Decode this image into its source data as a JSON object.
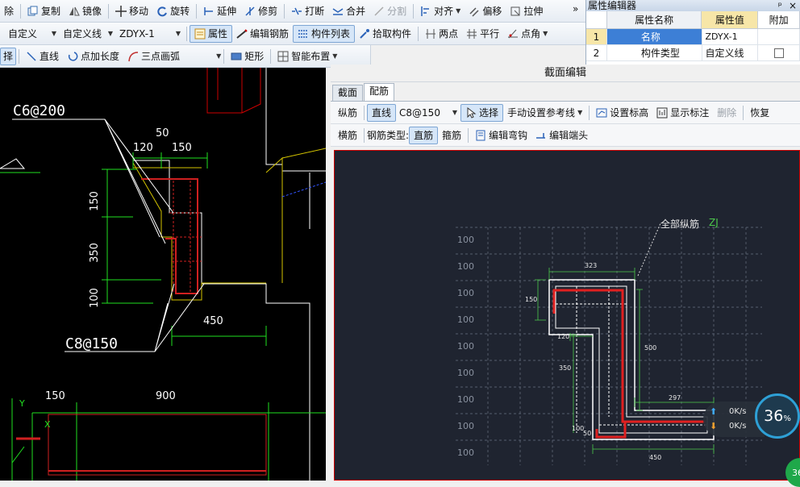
{
  "toolbar1": {
    "items": [
      {
        "label": "除",
        "icon": "delete-icon"
      },
      {
        "label": "复制",
        "icon": "copy-icon"
      },
      {
        "label": "镜像",
        "icon": "mirror-icon"
      },
      {
        "label": "移动",
        "icon": "move-icon"
      },
      {
        "label": "旋转",
        "icon": "rotate-icon"
      },
      {
        "label": "延伸",
        "icon": "extend-icon"
      },
      {
        "label": "修剪",
        "icon": "trim-icon"
      },
      {
        "label": "打断",
        "icon": "break-icon"
      },
      {
        "label": "合并",
        "icon": "merge-icon"
      },
      {
        "label": "分割",
        "icon": "split-icon"
      },
      {
        "label": "对齐",
        "icon": "align-icon"
      },
      {
        "label": "偏移",
        "icon": "offset-icon"
      },
      {
        "label": "拉伸",
        "icon": "stretch-icon"
      }
    ],
    "overflow": "»"
  },
  "toolbar2": {
    "combo1": "自定义",
    "combo2": "自定义线",
    "combo3": "ZDYX-1",
    "attr": "属性",
    "edit_rebar": "编辑钢筋",
    "component_list": "构件列表",
    "pick_component": "拾取构件",
    "two_points": "两点",
    "parallel": "平行",
    "point_angle": "点角"
  },
  "toolbar3": {
    "select": "择",
    "line": "直线",
    "point_length": "点加长度",
    "three_point_arc": "三点画弧",
    "rect": "矩形",
    "smart_layout": "智能布置"
  },
  "prop_panel": {
    "title": "属性编辑器",
    "pin": "ᵖ",
    "close": "×",
    "col_name": "属性名称",
    "col_value": "属性值",
    "col_extra": "附加",
    "rows": [
      {
        "num": "1",
        "name": "名称",
        "value": "ZDYX-1"
      },
      {
        "num": "2",
        "name": "构件类型",
        "value": "自定义线"
      }
    ]
  },
  "cad_left": {
    "label_c6": "C6@200",
    "label_c8": "C8@150",
    "dim_50": "50",
    "dim_120": "120",
    "dim_150_top": "150",
    "dim_150_v": "150",
    "dim_350": "350",
    "dim_100": "100",
    "dim_450": "450",
    "dim_150_bottom": "150",
    "dim_900": "900",
    "axis_y": "Y",
    "axis_x": "X"
  },
  "section_editor": {
    "title": "截面编辑",
    "tabs": [
      "截面",
      "配筋"
    ],
    "row1": {
      "longitudinal": "纵筋",
      "line": "直线",
      "rebar_spec": "C8@150",
      "select": "选择",
      "manual_ref": "手动设置参考线",
      "set_elevation": "设置标高",
      "show_label": "显示标注",
      "delete": "删除",
      "restore": "恢复"
    },
    "row2": {
      "transverse": "横筋",
      "rebar_type": "钢筋类型:",
      "straight": "直筋",
      "stirrup": "箍筋",
      "edit_hook": "编辑弯钩",
      "edit_end": "编辑端头"
    },
    "canvas": {
      "grid_label": "100",
      "all_longitudinal": "全部纵筋",
      "zj": "ZJ",
      "dims": [
        "323",
        "150",
        "120",
        "500",
        "350",
        "297",
        "100",
        "50",
        "450"
      ]
    }
  },
  "speed_widget": {
    "up": "0K/s",
    "down": "0K/s",
    "percent": "36",
    "percent_sign": "%",
    "badge": "36"
  }
}
